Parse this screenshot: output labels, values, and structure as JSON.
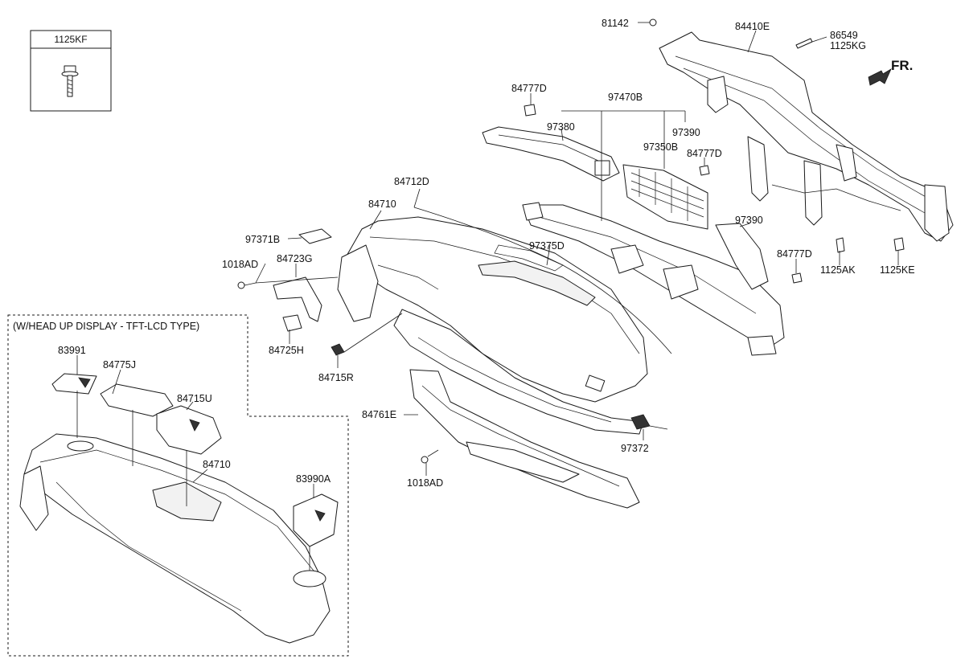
{
  "diagram": {
    "box_label": "1125KF",
    "variant_caption": "(W/HEAD UP DISPLAY - TFT-LCD TYPE)",
    "direction_label": "FR.",
    "parts": {
      "p81142": "81142",
      "p84410E": "84410E",
      "p86549": "86549",
      "p1125KG": "1125KG",
      "p84777D_a": "84777D",
      "p97470B": "97470B",
      "p97380": "97380",
      "p97390_a": "97390",
      "p97350B": "97350B",
      "p84777D_b": "84777D",
      "p84712D": "84712D",
      "p84710_main": "84710",
      "p97371B": "97371B",
      "p97375D": "97375D",
      "p1018AD_a": "1018AD",
      "p84723G": "84723G",
      "p97390_b": "97390",
      "p84777D_c": "84777D",
      "p1125AK": "1125AK",
      "p1125KE": "1125KE",
      "p84725H": "84725H",
      "p84715R": "84715R",
      "p84761E": "84761E",
      "p97372": "97372",
      "p1018AD_b": "1018AD",
      "p83991": "83991",
      "p84775J": "84775J",
      "p84715U": "84715U",
      "p84710_hud": "84710",
      "p83990A": "83990A"
    }
  }
}
